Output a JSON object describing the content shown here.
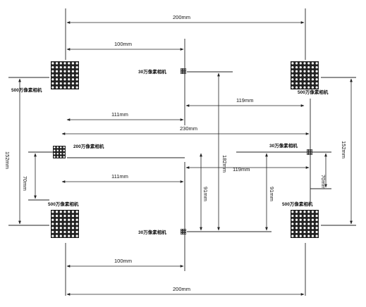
{
  "cameras": {
    "big_label": "500万像素相机",
    "mid_label": "200万像素相机",
    "small_label": "30万像素相机"
  },
  "dimensions": {
    "top_200": "200mm",
    "top_100": "100mm",
    "right_119_top": "119mm",
    "left_111_top": "111mm",
    "mid_230": "230mm",
    "left_111_bottom": "111mm",
    "right_119_bottom": "119mm",
    "bottom_100": "100mm",
    "bottom_200": "200mm",
    "left_152": "152mm",
    "left_70": "70mm",
    "right_152": "152mm",
    "right_70": "70mm",
    "center_182": "182mm",
    "center_91": "91mm",
    "right_91": "91mm"
  },
  "colors": {
    "line": "#222222",
    "sensor": "#222222"
  }
}
